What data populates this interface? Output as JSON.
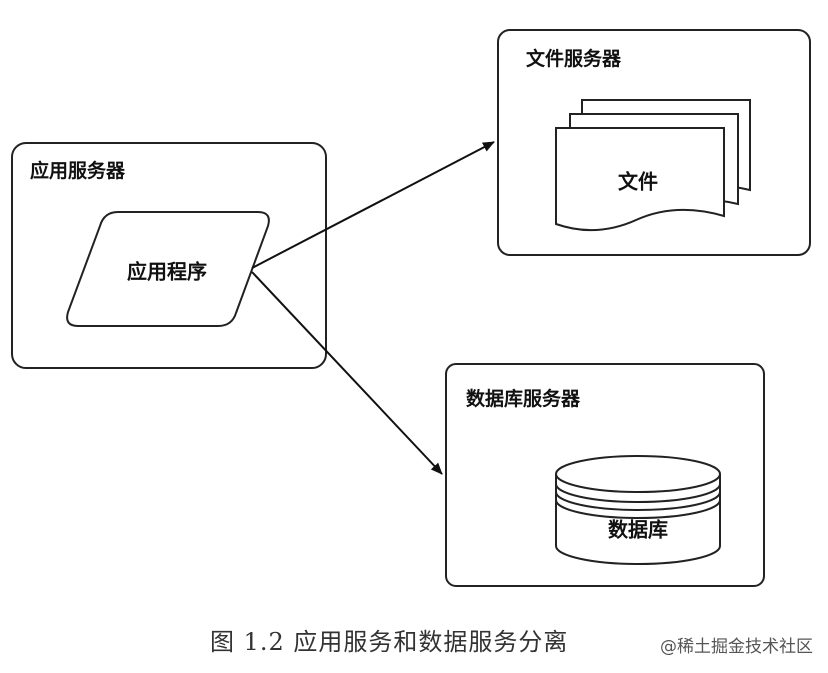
{
  "app_server": {
    "title": "应用服务器",
    "program_label": "应用程序"
  },
  "file_server": {
    "title": "文件服务器",
    "file_label": "文件"
  },
  "db_server": {
    "title": "数据库服务器",
    "db_label": "数据库"
  },
  "caption": "图 1.2    应用服务和数据服务分离",
  "watermark": "@稀土掘金技术社区"
}
